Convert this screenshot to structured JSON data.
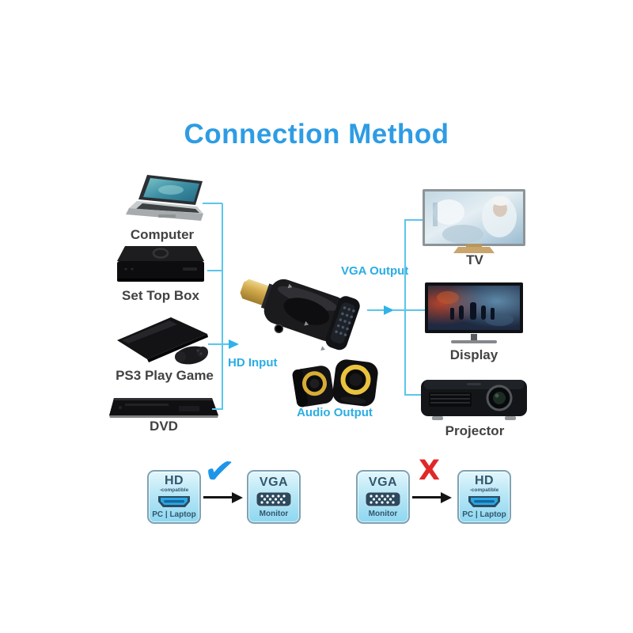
{
  "title": {
    "text": "Connection Method"
  },
  "sources": [
    {
      "label": "Computer"
    },
    {
      "label": "Set Top Box"
    },
    {
      "label": "PS3 Play Game"
    },
    {
      "label": "DVD"
    }
  ],
  "adapter": {
    "hd_input_label": "HD Input",
    "vga_output_label": "VGA Output",
    "audio_output_label": "Audio Output"
  },
  "outputs": [
    {
      "label": "TV"
    },
    {
      "label": "Display"
    },
    {
      "label": "Projector"
    }
  ],
  "compatibility": {
    "correct": {
      "source_box": {
        "title": "HD",
        "subtitle": "-compatible",
        "caption": "PC | Laptop"
      },
      "target_box": {
        "title": "VGA",
        "caption": "Monitor"
      },
      "mark": "✔"
    },
    "wrong": {
      "source_box": {
        "title": "VGA",
        "caption": "Monitor"
      },
      "target_box": {
        "title": "HD",
        "subtitle": "-compatible",
        "caption": "PC | Laptop"
      },
      "mark": "X"
    }
  },
  "colors": {
    "title_blue": "#2E9CE4",
    "connector_cyan": "#5BC6EA",
    "label_cyan": "#29ADE5",
    "check_blue": "#1D96E8",
    "cross_red": "#E02828",
    "box_background": "#B5E6F6",
    "box_border": "#7FA2B2",
    "box_text": "#33566B",
    "hdmi_port_blue": "#29A9E6",
    "speaker_ring_gold": "#E8BE3F"
  }
}
